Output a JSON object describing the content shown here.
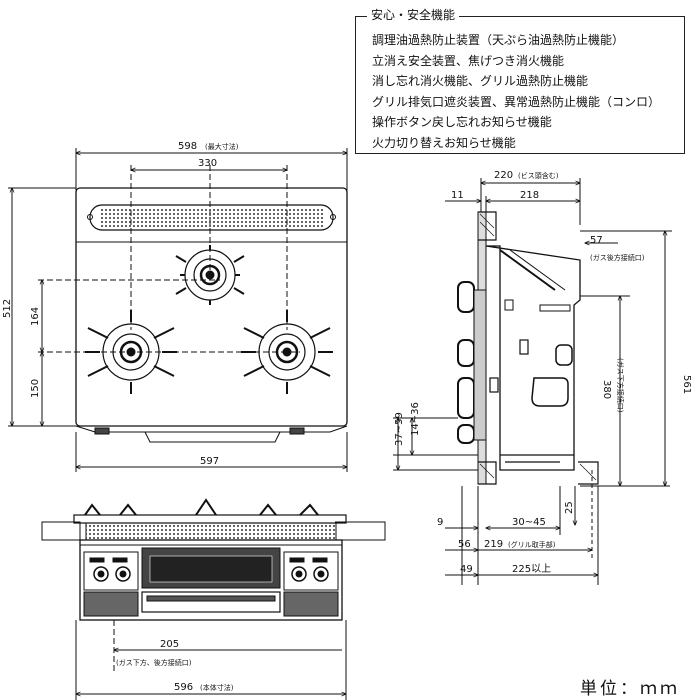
{
  "features": {
    "title": "安心・安全機能",
    "items": [
      "調理油過熱防止装置（天ぷら油過熱防止機能）",
      "立消え安全装置、焦げつき消火機能",
      "消し忘れ消火機能、グリル過熱防止機能",
      "グリル排気口遮炎装置、異常過熱防止機能（コンロ）",
      "操作ボタン戻し忘れお知らせ機能",
      "火力切り替えお知らせ機能"
    ]
  },
  "top_view": {
    "dim_max_width": "598",
    "dim_max_width_note": "(最大寸法)",
    "dim_burner_spacing": "330",
    "dim_depth": "512",
    "dim_164": "164",
    "dim_150": "150",
    "dim_bottom_width": "597"
  },
  "side_view": {
    "dim_220": "220",
    "dim_220_note": "(ビス頭含む)",
    "dim_11": "11",
    "dim_218": "218",
    "dim_57": "57",
    "dim_57_note": "(ガス後方接続口)",
    "dim_561": "561",
    "dim_380": "380",
    "dim_380_note": "(ガス下方接続口)",
    "dim_37_59": "37~59",
    "dim_14_36": "14~36",
    "dim_9": "9",
    "dim_30_45": "30~45",
    "dim_25": "25",
    "dim_56": "56",
    "dim_219": "219",
    "dim_219_note": "(グリル取手部)",
    "dim_49": "49",
    "dim_225": "225以上"
  },
  "front_view": {
    "dim_205": "205",
    "dim_205_note": "(ガス下方、後方接続口)",
    "dim_596": "596",
    "dim_596_note": "(本体寸法)"
  },
  "unit_label": "単位：ｍｍ"
}
